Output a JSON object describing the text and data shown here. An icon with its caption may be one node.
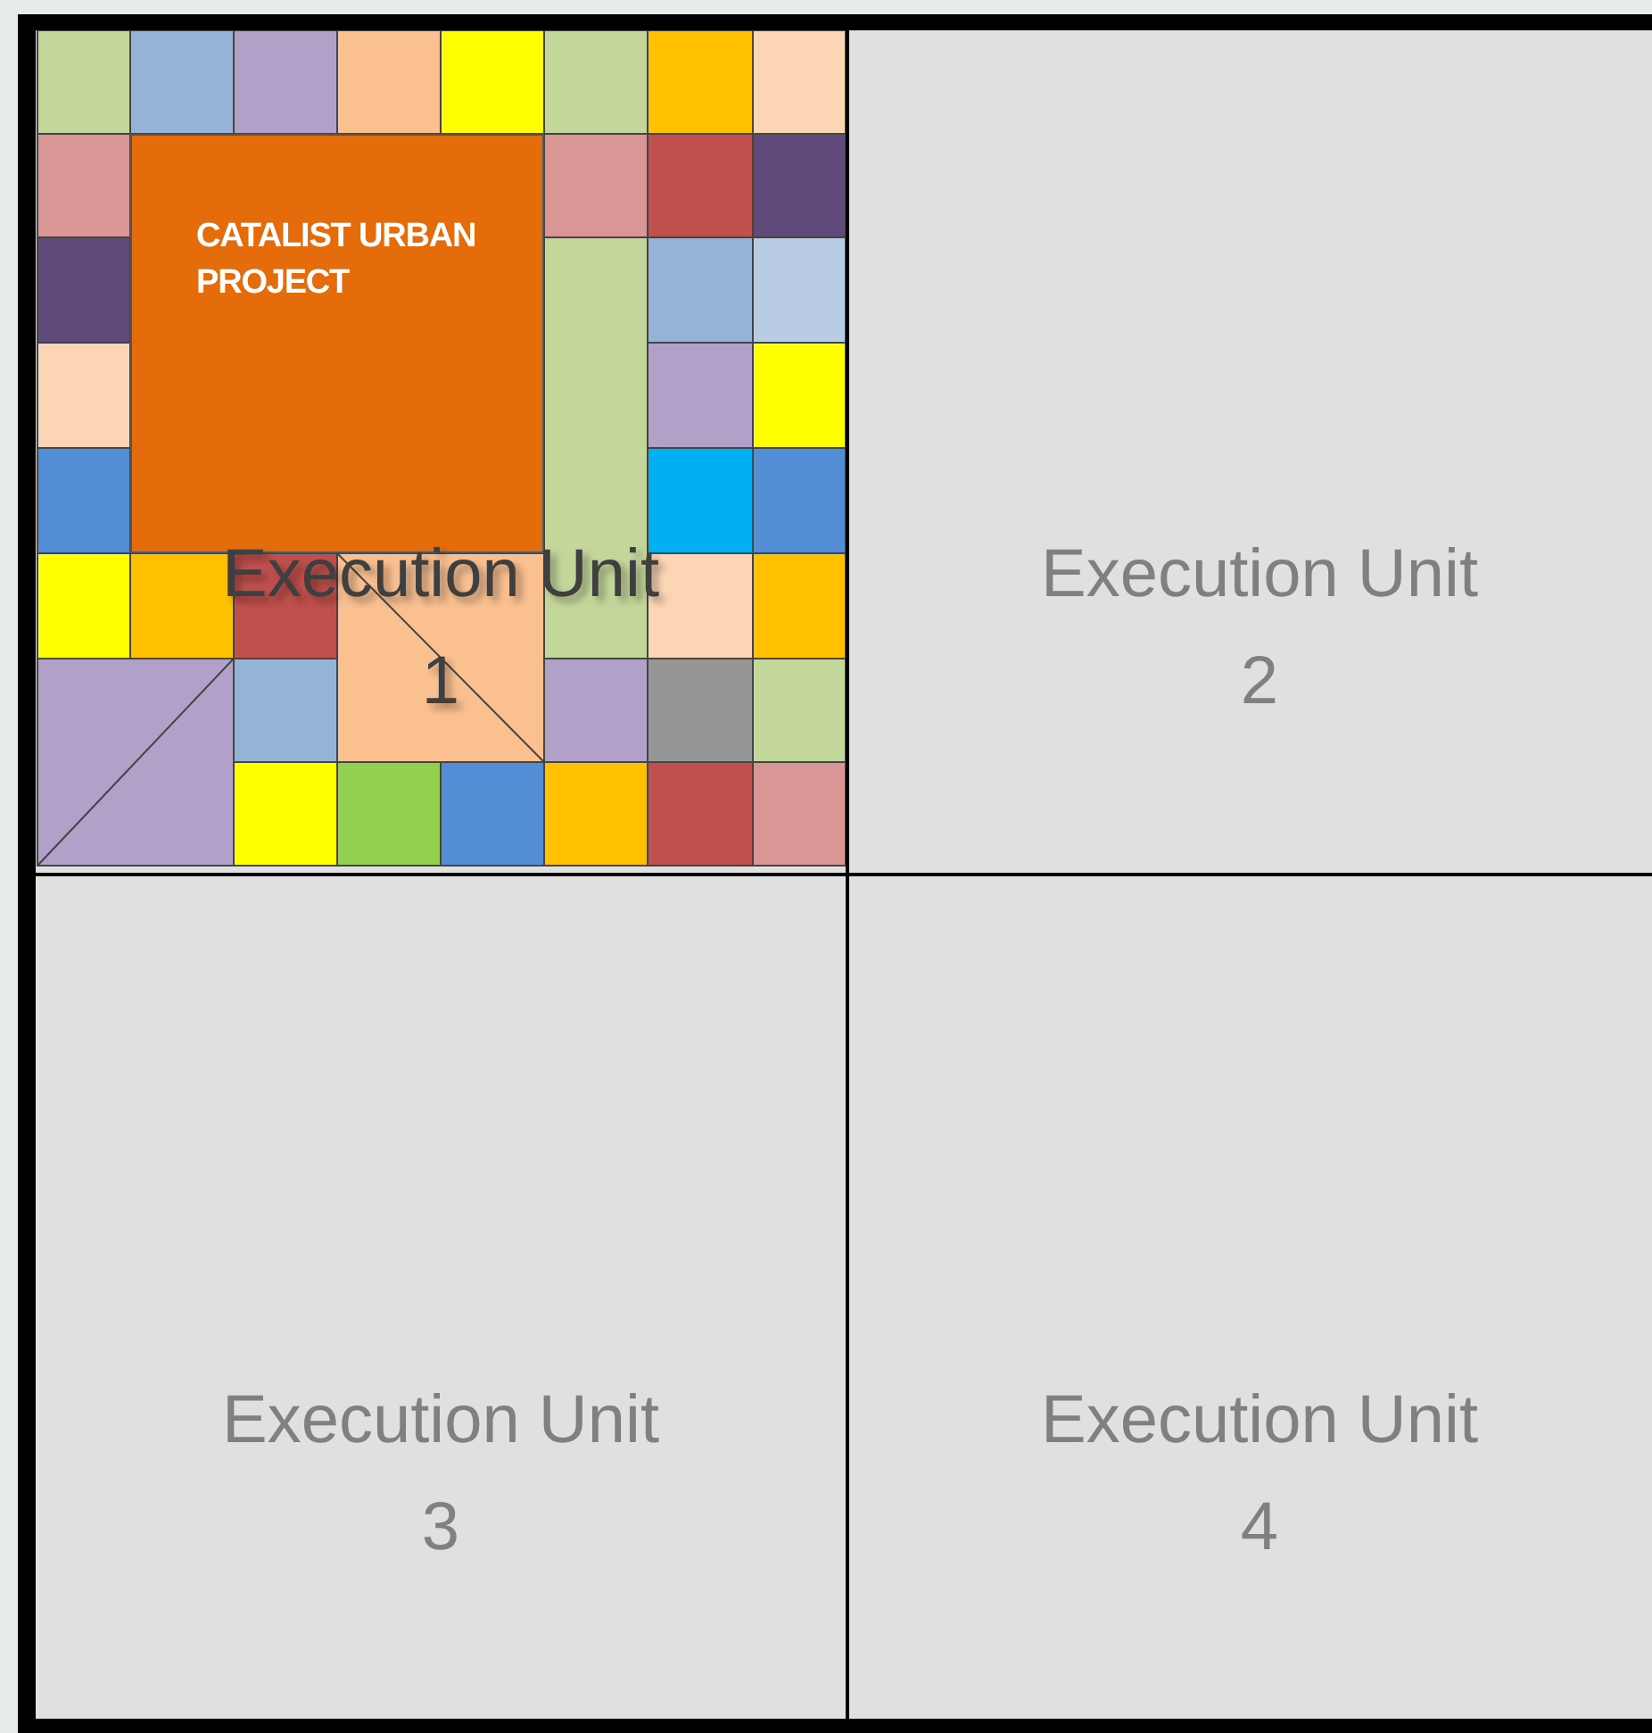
{
  "diagram": {
    "nodes": [
      {
        "text": [
          "Execution Unit 1"
        ]
      },
      {
        "text": [
          "CATALIST URBAN PROJECT"
        ],
        "in": 0
      },
      {
        "text": [
          "Execution Unit 2"
        ]
      },
      {
        "text": [
          "Execution Unit 3"
        ]
      },
      {
        "text": [
          "Execution Unit 4"
        ]
      }
    ]
  }
}
